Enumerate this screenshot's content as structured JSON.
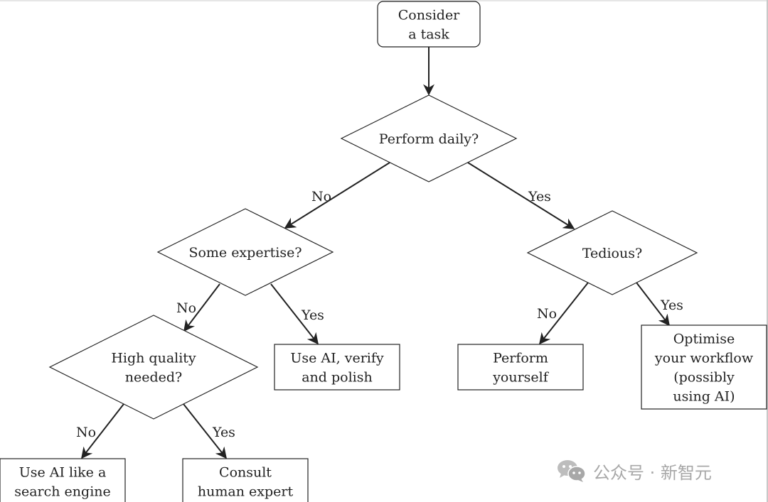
{
  "diagram": {
    "type": "flowchart",
    "nodes": [
      {
        "id": "start",
        "shape": "rounded-rect",
        "lines": [
          "Consider",
          "a task"
        ]
      },
      {
        "id": "daily",
        "shape": "diamond",
        "lines": [
          "Perform daily?"
        ]
      },
      {
        "id": "expertise",
        "shape": "diamond",
        "lines": [
          "Some expertise?"
        ]
      },
      {
        "id": "tedious",
        "shape": "diamond",
        "lines": [
          "Tedious?"
        ]
      },
      {
        "id": "quality",
        "shape": "diamond",
        "lines": [
          "High quality",
          "needed?"
        ]
      },
      {
        "id": "verify",
        "shape": "rect",
        "lines": [
          "Use AI, verify",
          "and polish"
        ]
      },
      {
        "id": "yourself",
        "shape": "rect",
        "lines": [
          "Perform",
          "yourself"
        ]
      },
      {
        "id": "optimise",
        "shape": "rect",
        "lines": [
          "Optimise",
          "your workflow",
          "(possibly",
          "using AI)"
        ]
      },
      {
        "id": "search",
        "shape": "rect",
        "lines": [
          "Use AI like a",
          "search engine"
        ]
      },
      {
        "id": "expert",
        "shape": "rect",
        "lines": [
          "Consult",
          "human expert"
        ]
      }
    ],
    "edges": [
      {
        "from": "start",
        "to": "daily",
        "label": ""
      },
      {
        "from": "daily",
        "to": "expertise",
        "label": "No"
      },
      {
        "from": "daily",
        "to": "tedious",
        "label": "Yes"
      },
      {
        "from": "expertise",
        "to": "quality",
        "label": "No"
      },
      {
        "from": "expertise",
        "to": "verify",
        "label": "Yes"
      },
      {
        "from": "tedious",
        "to": "yourself",
        "label": "No"
      },
      {
        "from": "tedious",
        "to": "optimise",
        "label": "Yes"
      },
      {
        "from": "quality",
        "to": "search",
        "label": "No"
      },
      {
        "from": "quality",
        "to": "expert",
        "label": "Yes"
      }
    ]
  },
  "watermark": {
    "icon": "wechat-icon",
    "text": "公众号 · 新智元"
  },
  "colors": {
    "stroke": "#222222",
    "text": "#222222",
    "watermark": "#a8a8a8"
  }
}
